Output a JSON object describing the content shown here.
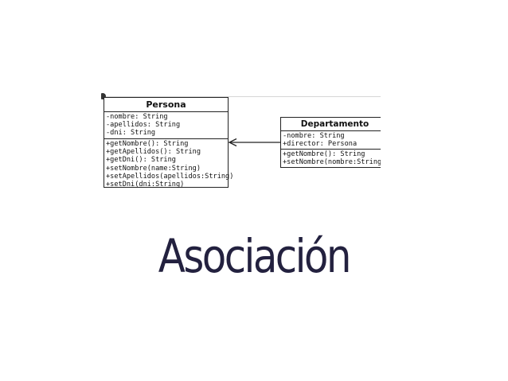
{
  "diagram": {
    "classes": [
      {
        "name": "Persona",
        "attributes": [
          "-nombre: String",
          "-apellidos: String",
          "-dni: String"
        ],
        "operations": [
          "+getNombre(): String",
          "+getApellidos(): String",
          "+getDni(): String",
          "+setNombre(name:String)",
          "+setApellidos(apellidos:String)",
          "+setDni(dni:String)"
        ]
      },
      {
        "name": "Departamento",
        "attributes": [
          "-nombre: String",
          "+director: Persona"
        ],
        "operations": [
          "+getNombre(): String",
          "+setNombre(nombre:String)"
        ]
      }
    ],
    "relationship": {
      "type": "association",
      "from": "Departamento",
      "to": "Persona",
      "arrow": "open-arrowhead"
    },
    "colors": {
      "line": "#222222",
      "background": "#ffffff"
    }
  },
  "slide": {
    "title": "Asociación",
    "title_color": "#23213f"
  }
}
